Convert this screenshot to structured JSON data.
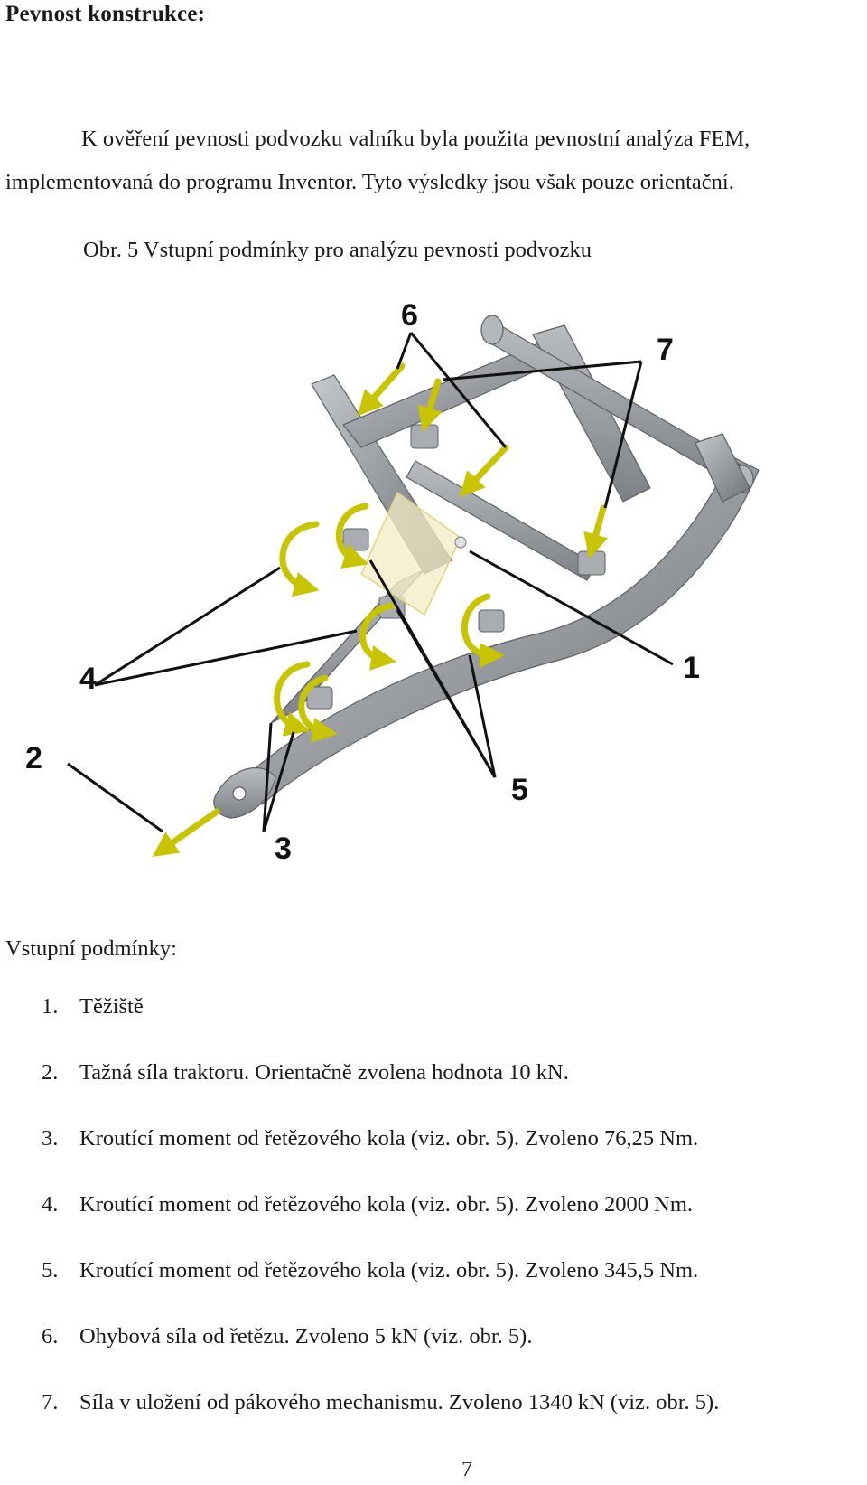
{
  "heading": "Pevnost konstrukce:",
  "intro": {
    "line1": "K ověření pevnosti podvozku valníku byla použita pevnostní analýza FEM,",
    "line2": "implementovaná do programu Inventor. Tyto výsledky jsou však pouze orientační."
  },
  "figure": {
    "caption": "Obr. 5 Vstupní podmínky pro analýzu pevnosti podvozku",
    "labels": [
      "1",
      "2",
      "3",
      "4",
      "5",
      "6",
      "7"
    ],
    "colors": {
      "frame": "#9a9da2",
      "frame_dark": "#6f7277",
      "arrow": "#c8c400",
      "leader": "#111111",
      "centroid_box": "#f4ecc4"
    }
  },
  "conditions": {
    "title": "Vstupní podmínky:",
    "items": [
      {
        "num": "1.",
        "text": "Těžiště"
      },
      {
        "num": "2.",
        "text": "Tažná síla traktoru. Orientačně zvolena hodnota 10 kN."
      },
      {
        "num": "3.",
        "text": "Kroutící moment od řetězového kola (viz. obr. 5). Zvoleno 76,25 Nm."
      },
      {
        "num": "4.",
        "text": "Kroutící moment od řetězového kola (viz. obr. 5). Zvoleno 2000 Nm."
      },
      {
        "num": "5.",
        "text": "Kroutící moment od řetězového kola (viz. obr. 5). Zvoleno 345,5 Nm."
      },
      {
        "num": "6.",
        "text": "Ohybová síla od řetězu. Zvoleno 5 kN (viz. obr. 5)."
      },
      {
        "num": "7.",
        "text": "Síla v uložení od pákového mechanismu. Zvoleno 1340 kN (viz. obr. 5)."
      }
    ]
  },
  "page_number": "7"
}
